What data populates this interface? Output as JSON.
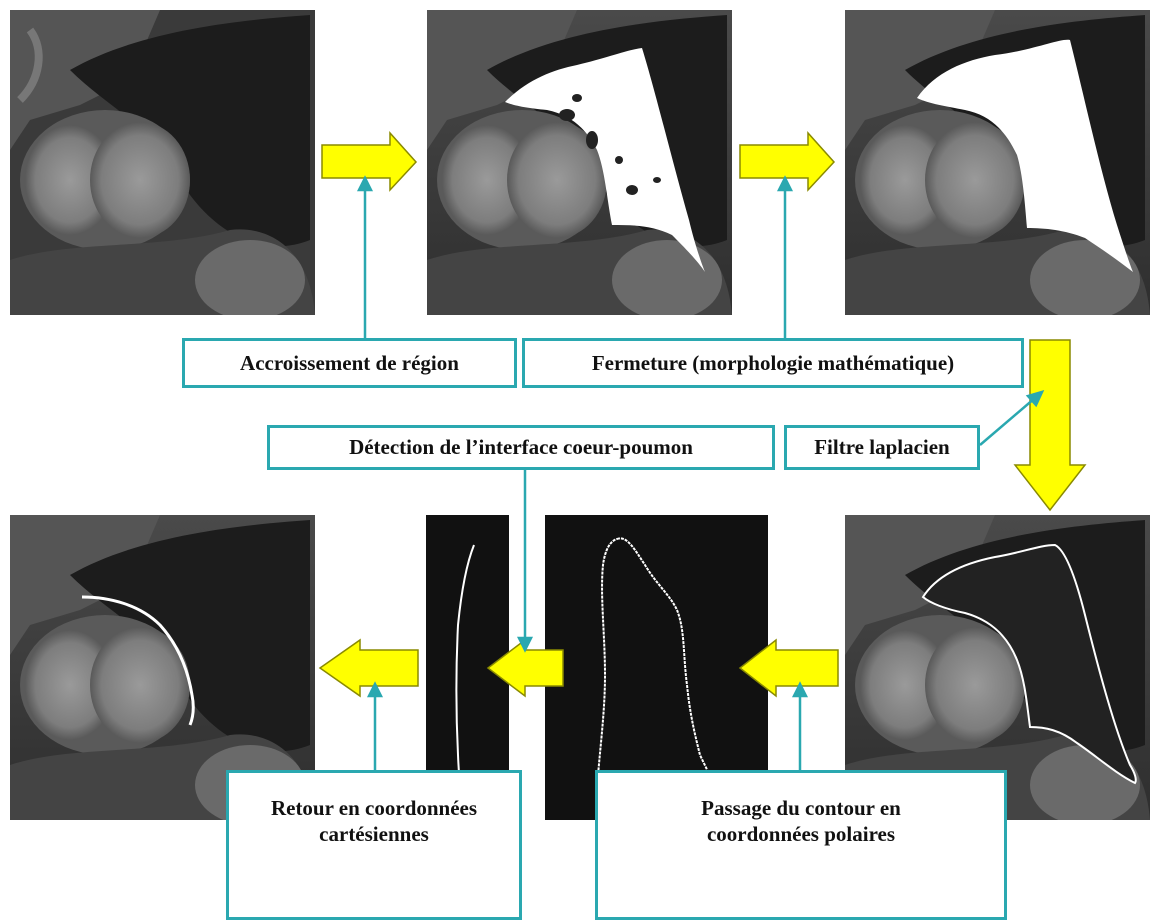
{
  "steps": {
    "region_growing": "Accroissement de région",
    "closing": "Fermeture (morphologie mathématique)",
    "laplacian": "Filtre laplacien",
    "interface_detection": "Détection de l’interface coeur-poumon",
    "back_to_cartesian": [
      "Retour en coordonnées",
      "cartésiennes"
    ],
    "to_polar": [
      "Passage du contour en",
      "coordonnées polaires"
    ]
  },
  "colors": {
    "arrow_fill": "#ffff00",
    "arrow_stroke": "#8a8a00",
    "connector": "#2aa8b0",
    "contour": "#ffffff",
    "mri_background": "#2e2e2e",
    "dark_panel": "#111111"
  },
  "icons": {
    "flow_arrow": "block-arrow",
    "connector_arrow": "thin-arrow-up"
  }
}
